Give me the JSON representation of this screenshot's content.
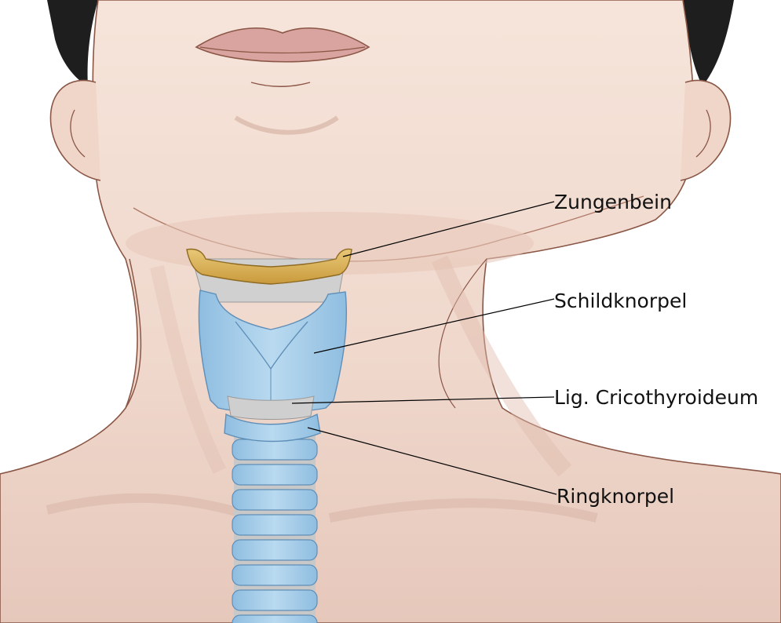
{
  "labels": {
    "zungenbein": "Zungenbein",
    "schildknorpel": "Schildknorpel",
    "lig_cricothyroideum": "Lig. Cricothyroideum",
    "ringknorpel": "Ringknorpel"
  },
  "colors": {
    "skin": "#f1ddd3",
    "skin_shadow": "#e3c3b6",
    "outline": "#8a5646",
    "hair": "#1e1e1e",
    "lips": "#d9a4a0",
    "bone": "#d8b25a",
    "cartilage": "#a9cde8",
    "cartilage_dark": "#5f8fb8",
    "membrane": "#cfcfcf",
    "leader_line": "#000000"
  }
}
